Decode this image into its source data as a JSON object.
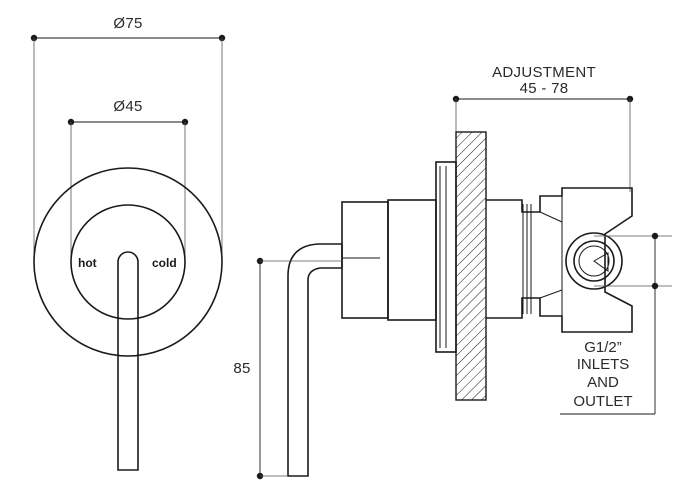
{
  "front_view": {
    "outer_diameter_label": "Ø75",
    "inner_diameter_label": "Ø45",
    "hot_label": "hot",
    "cold_label": "cold"
  },
  "side_view": {
    "adjustment_title": "ADJUSTMENT",
    "adjustment_range": "45 - 78",
    "handle_height_label": "85",
    "connection_lines": [
      "G1/2”",
      "INLETS",
      "AND",
      "OUTLET"
    ]
  }
}
